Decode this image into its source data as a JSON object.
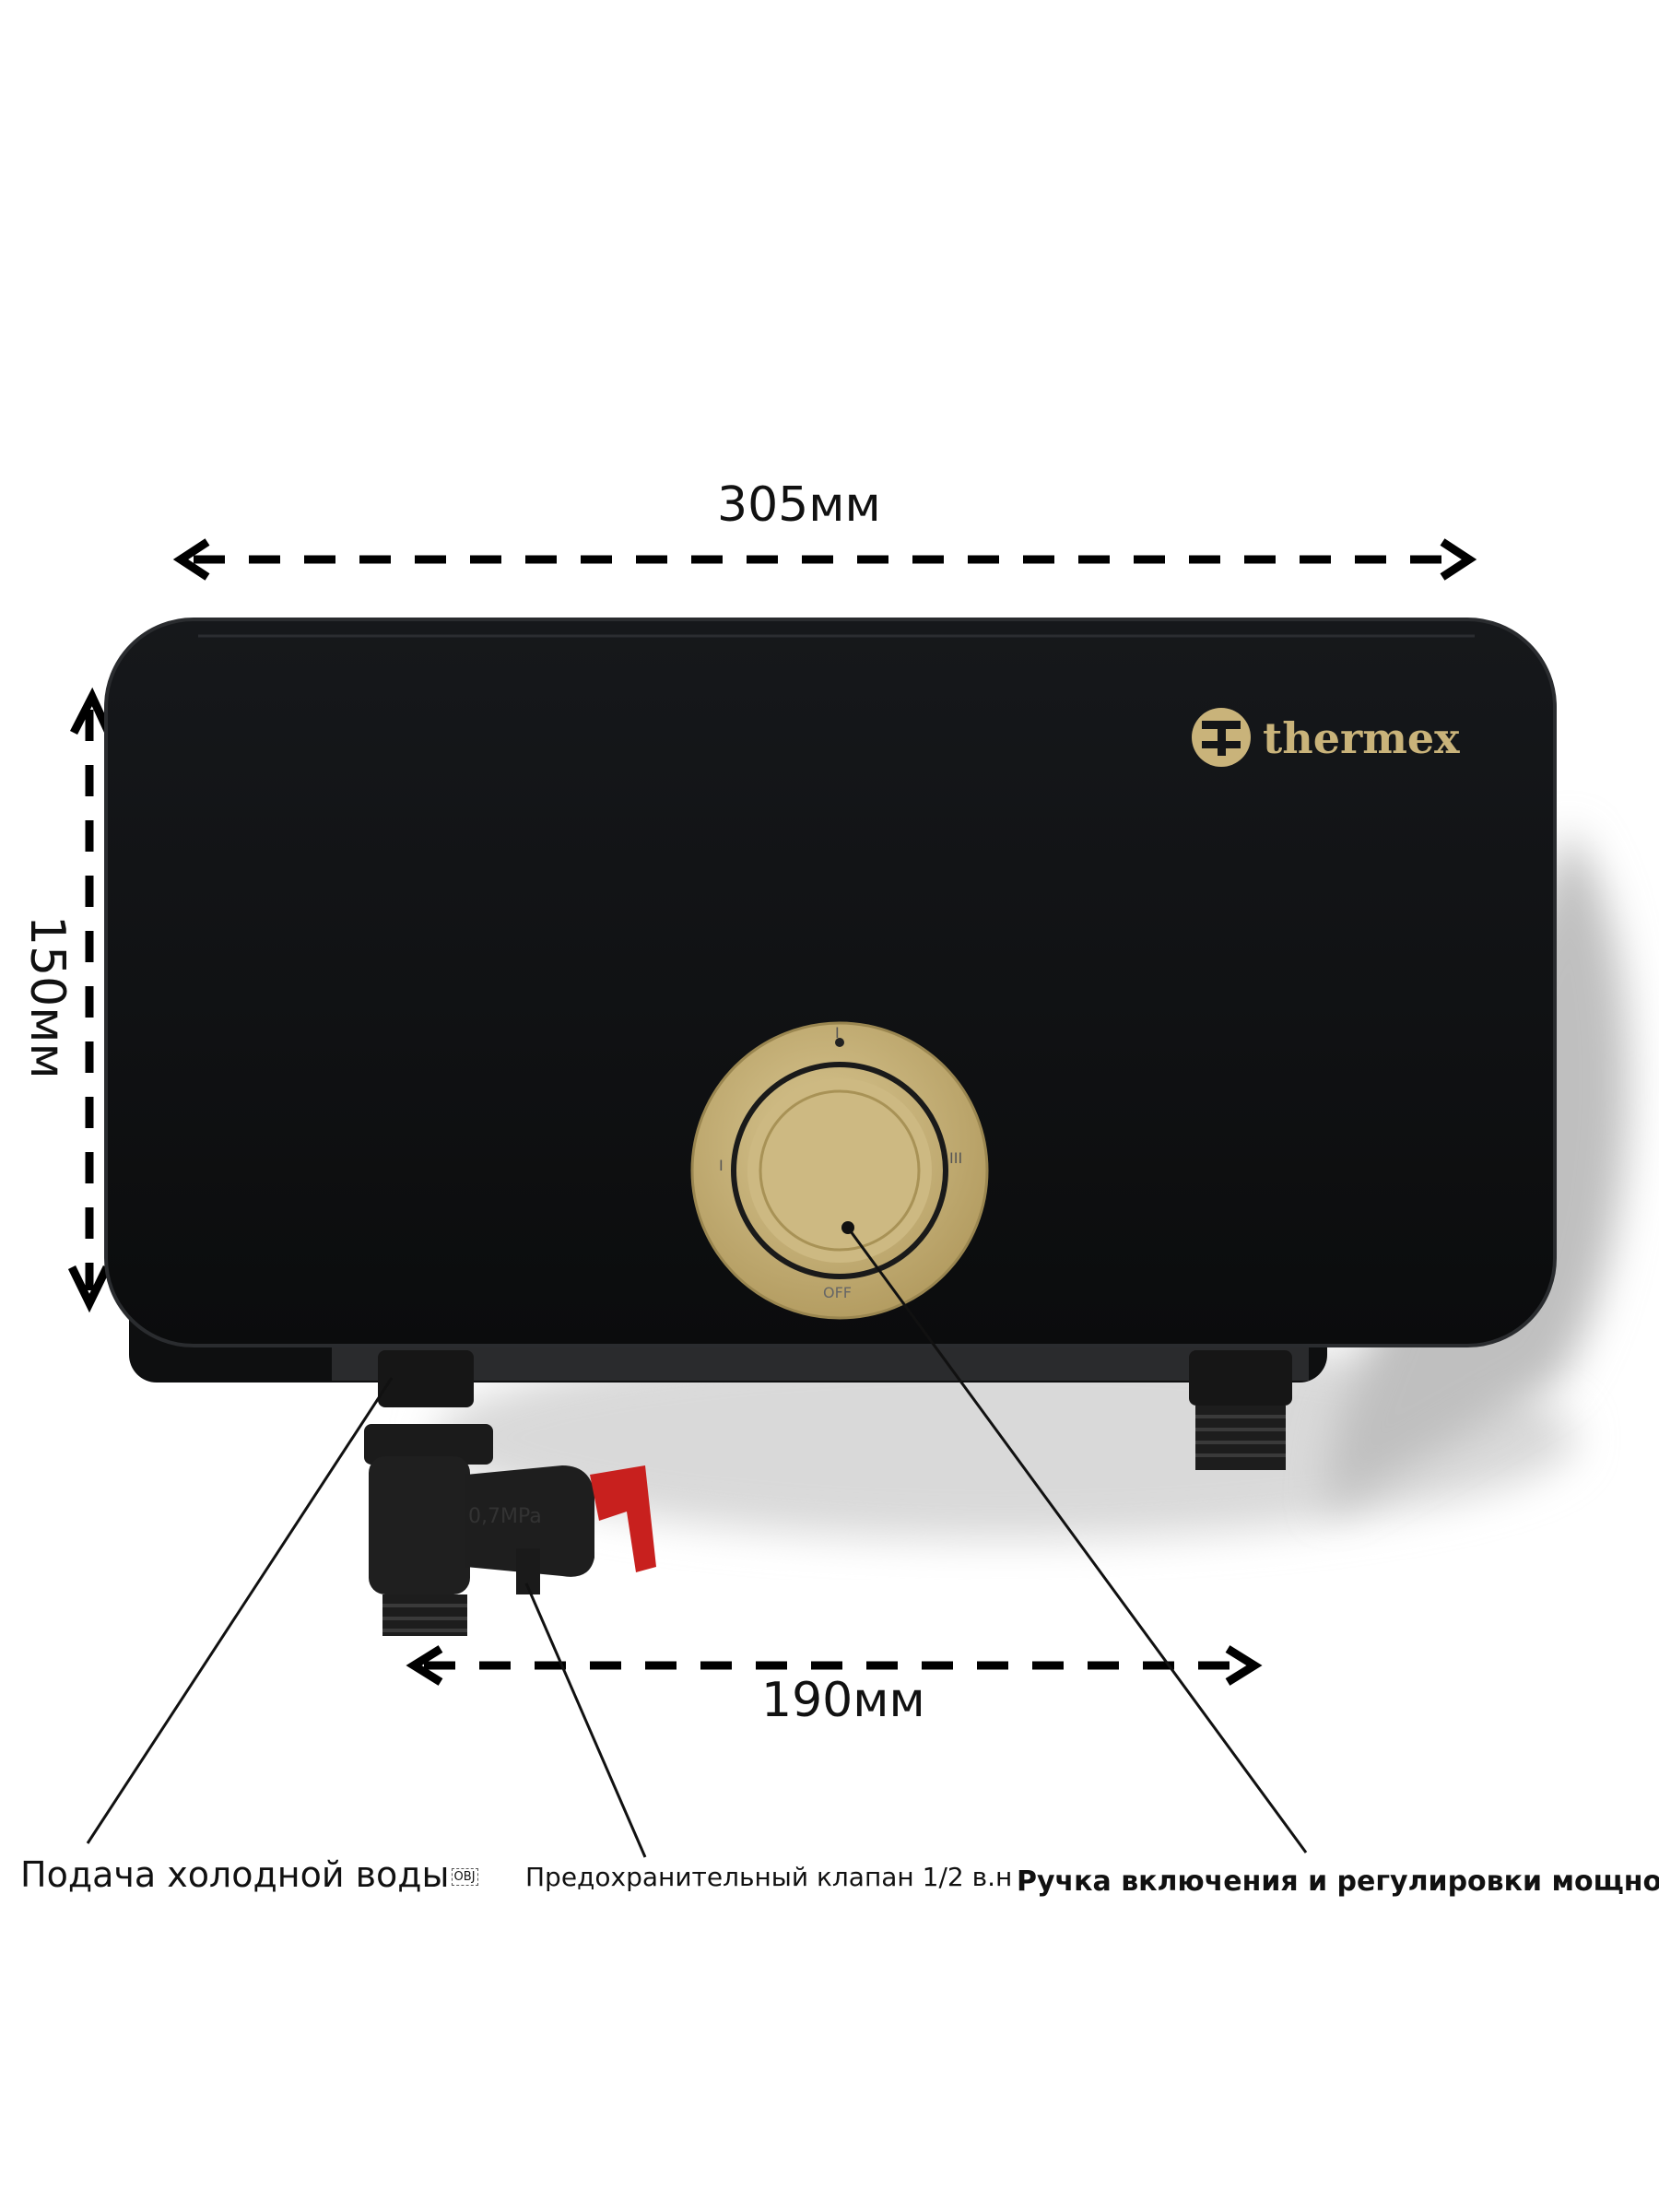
{
  "dimensions": {
    "width": "305мм",
    "height": "150мм",
    "inner": "190мм"
  },
  "brand": {
    "name": "thermex",
    "logo_color": "#c9b37a"
  },
  "knob": {
    "mark_top": "I",
    "mark_left": "I",
    "mark_right": "III",
    "mark_off": "OFF"
  },
  "valve_marking": "0,7MPa",
  "callouts": {
    "cold_water": "Подача холодной воды",
    "cold_water_glyph": "OBJ",
    "safety_valve": "Предохранительный клапан 1/2 в.н",
    "power_knob": "Ручка включения и регулировки мощности"
  },
  "colors": {
    "body": "#111214",
    "gold": "#c6b27a",
    "valve_red": "#c8201e"
  }
}
